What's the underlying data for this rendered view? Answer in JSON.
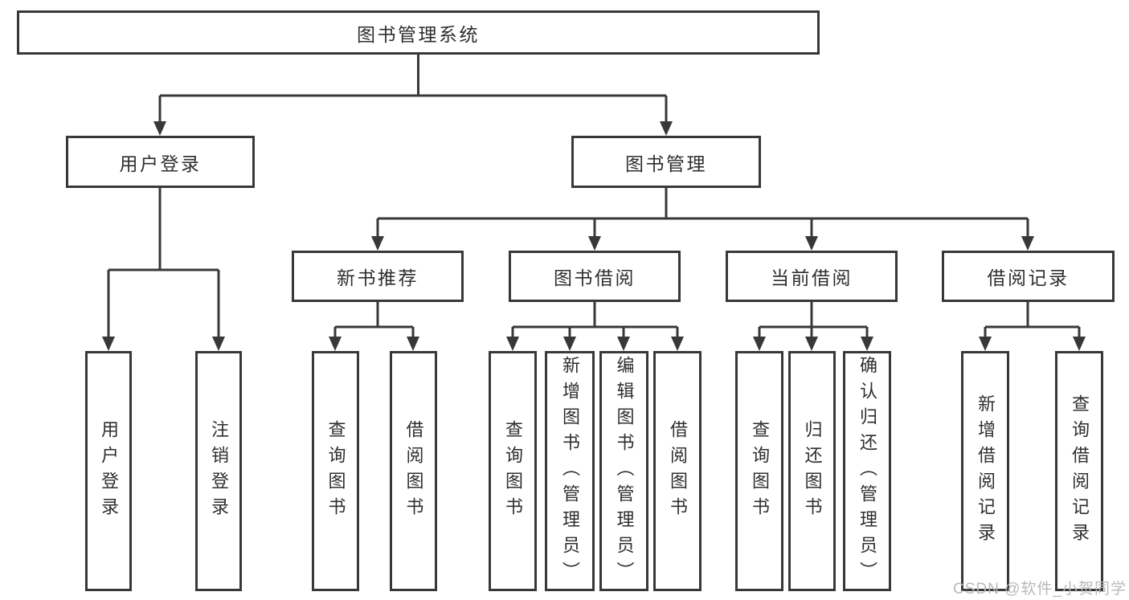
{
  "diagram": {
    "title": "图书管理系统",
    "watermark": "CSDN @软件_小贺同学",
    "colors": {
      "line": "#383838",
      "box_border": "#383838",
      "text": "#2f2f2f",
      "watermark": "#b9b9b9",
      "background": "#ffffff"
    },
    "root": {
      "label": "图书管理系统",
      "children": [
        {
          "label": "用户登录",
          "children": [
            {
              "label": "用户登录"
            },
            {
              "label": "注销登录"
            }
          ]
        },
        {
          "label": "图书管理",
          "children": [
            {
              "label": "新书推荐",
              "children": [
                {
                  "label": "查询图书"
                },
                {
                  "label": "借阅图书"
                }
              ]
            },
            {
              "label": "图书借阅",
              "children": [
                {
                  "label": "查询图书"
                },
                {
                  "label": "新增图书（管理员）"
                },
                {
                  "label": "编辑图书（管理员）"
                },
                {
                  "label": "借阅图书"
                }
              ]
            },
            {
              "label": "当前借阅",
              "children": [
                {
                  "label": "查询图书"
                },
                {
                  "label": "归还图书"
                },
                {
                  "label": "确认归还（管理员）"
                }
              ]
            },
            {
              "label": "借阅记录",
              "children": [
                {
                  "label": "新增借阅记录"
                },
                {
                  "label": "查询借阅记录"
                }
              ]
            }
          ]
        }
      ]
    }
  }
}
